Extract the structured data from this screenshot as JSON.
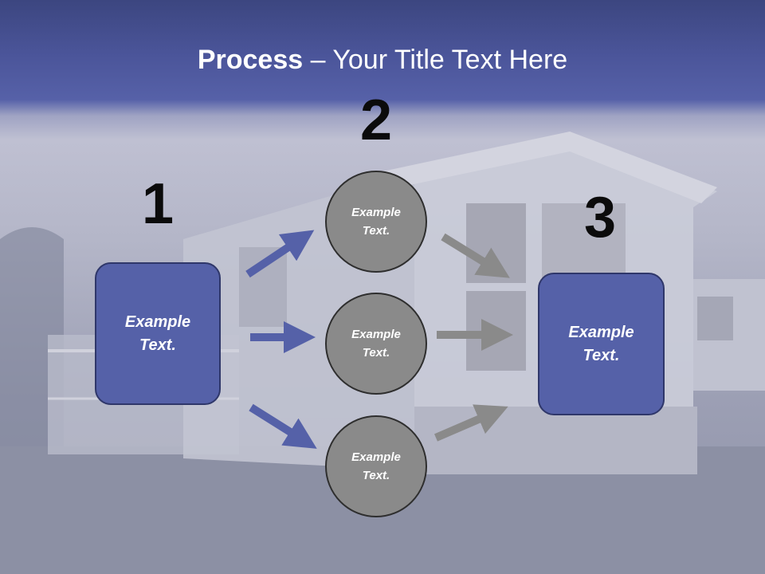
{
  "title": {
    "bold": "Process",
    "rest": " – Your Title Text Here"
  },
  "steps": [
    {
      "number": "1",
      "text": "Example Text."
    },
    {
      "number": "2",
      "text": "Example Text."
    },
    {
      "number": "3",
      "text": "Example Text."
    }
  ],
  "circles": [
    {
      "text": "Example Text."
    },
    {
      "text": "Example Text."
    },
    {
      "text": "Example Text."
    }
  ],
  "colors": {
    "blue_box": "#5561a8",
    "circle": "#8a8a8a",
    "blue_arrow": "#5561a8",
    "gray_arrow": "#8a8a8a"
  }
}
